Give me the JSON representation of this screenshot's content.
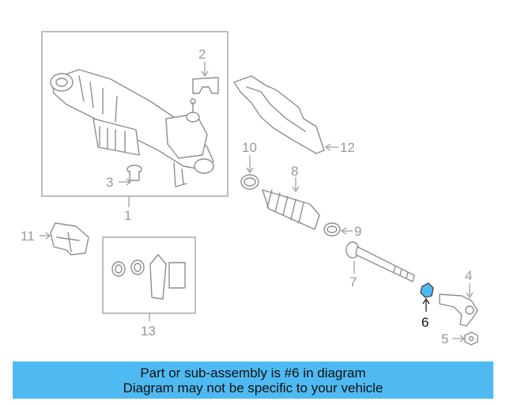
{
  "diagram": {
    "callouts": [
      "1",
      "2",
      "3",
      "4",
      "5",
      "6",
      "7",
      "8",
      "9",
      "10",
      "11",
      "12",
      "13"
    ],
    "highlighted_part": "6",
    "highlight_color": "#4fbaf1",
    "line_color": "#8e8e8e"
  },
  "banner": {
    "line1": "Part or sub-assembly is #6 in diagram",
    "line2": "Diagram may not be specific to your vehicle",
    "background": "#4fbaf1"
  }
}
